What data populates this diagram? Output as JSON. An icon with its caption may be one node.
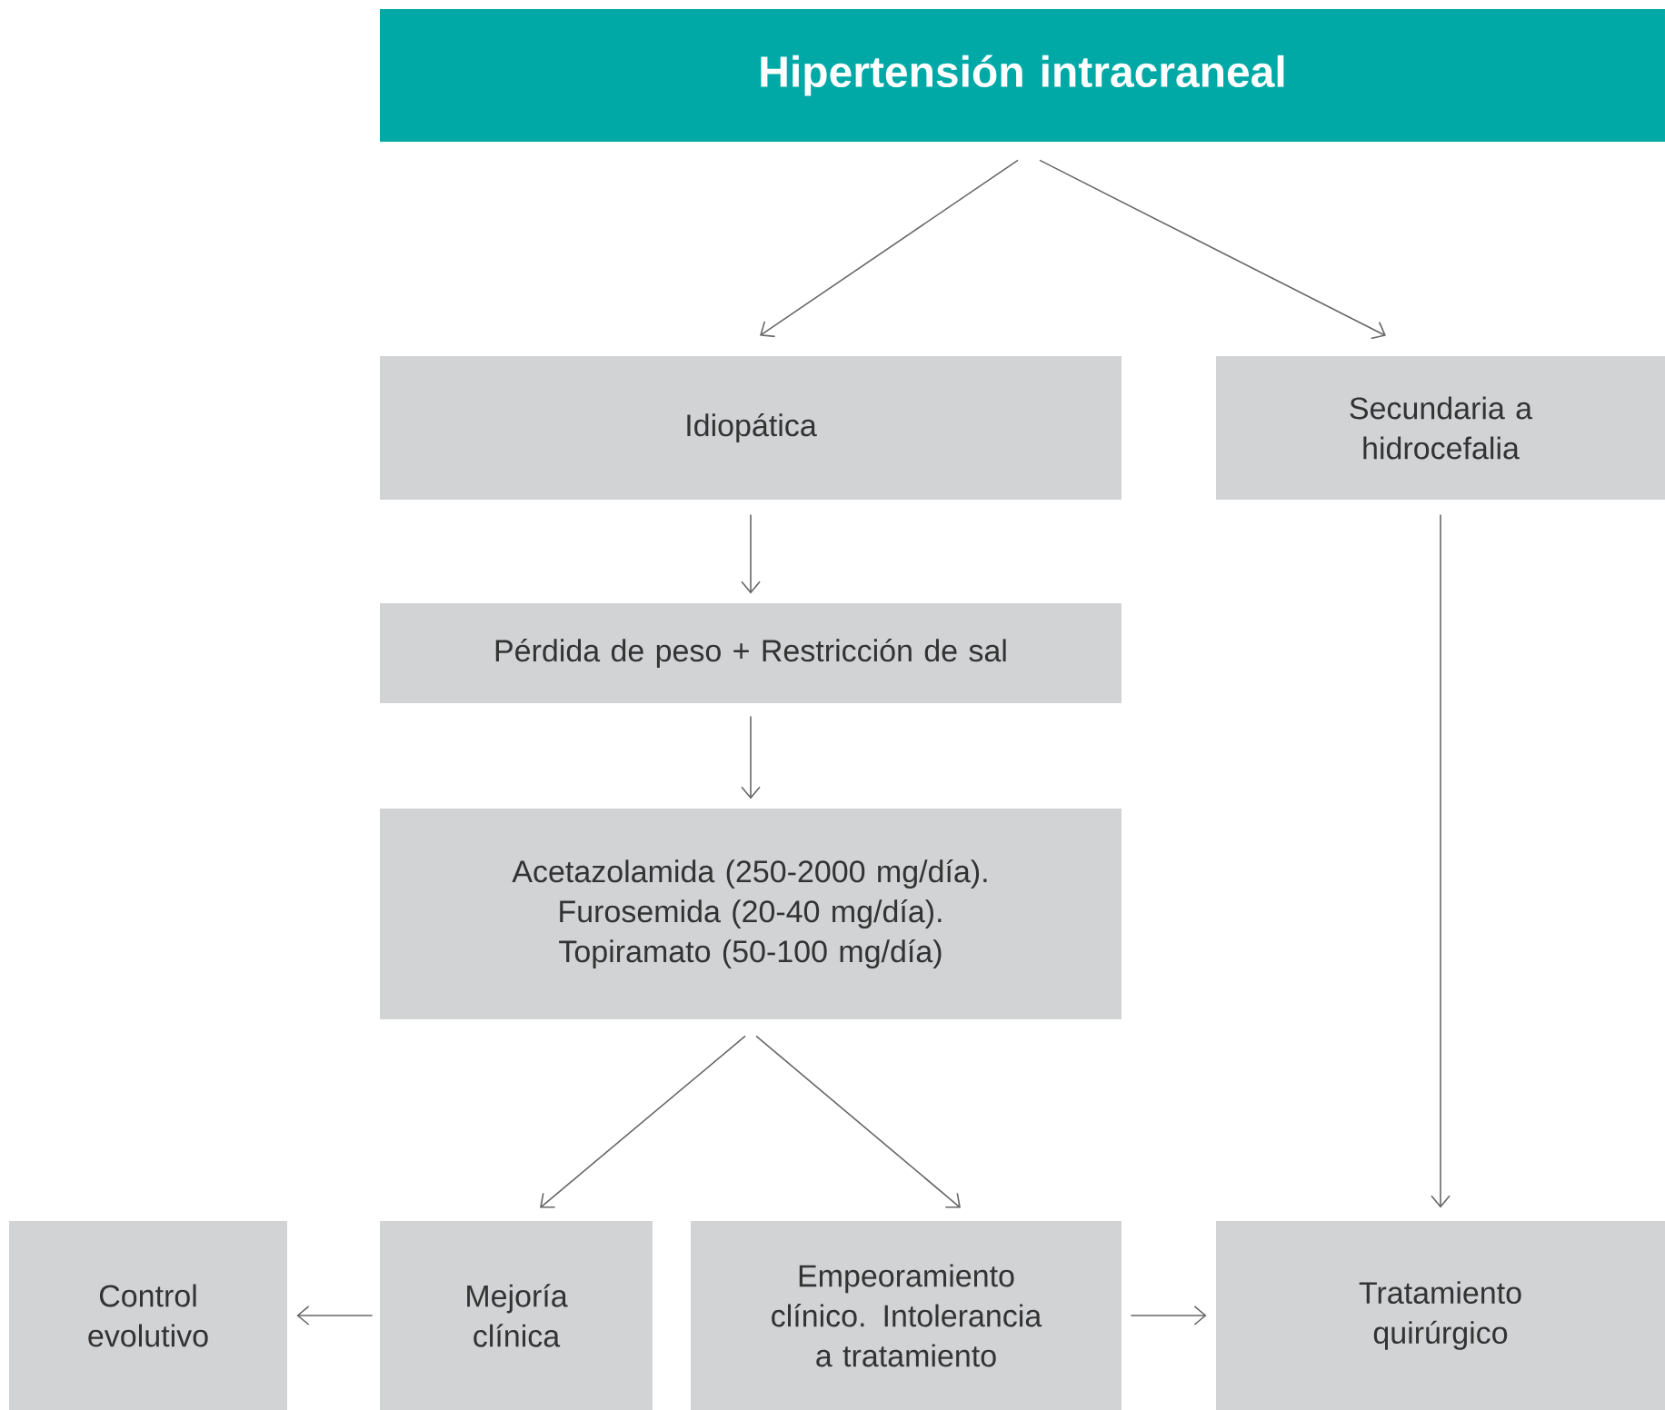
{
  "diagram": {
    "nodes": [
      {
        "text": [
          "Hipertensión intracraneal"
        ]
      },
      {
        "text": [
          "Idiopática"
        ]
      },
      {
        "text": [
          "Secundaria a hidrocefalia"
        ]
      },
      {
        "text": [
          "Pérdida de peso + Restricción de sal"
        ]
      },
      {
        "text": [
          "Acetazolamida (250-2000 mg/día).",
          "Furosemida (20-40 mg/día).",
          "Topiramato (50-100 mg/día)"
        ]
      },
      {
        "text": [
          "Control evolutivo"
        ]
      },
      {
        "text": [
          "Mejoría clínica"
        ]
      },
      {
        "text": [
          "Empeoramiento clínico. Intolerancia a tratamiento"
        ]
      },
      {
        "text": [
          "Tratamiento quirúrgico"
        ]
      }
    ],
    "edges": [
      {
        "from": 0,
        "to": 1,
        "arrow": "to"
      },
      {
        "from": 0,
        "to": 2,
        "arrow": "to"
      },
      {
        "from": 1,
        "to": 3,
        "arrow": "to"
      },
      {
        "from": 3,
        "to": 4,
        "arrow": "to"
      },
      {
        "from": 4,
        "to": 6,
        "arrow": "to"
      },
      {
        "from": 4,
        "to": 7,
        "arrow": "to"
      },
      {
        "from": 2,
        "to": 8,
        "arrow": "to"
      },
      {
        "from": 6,
        "to": 5,
        "arrow": "to"
      },
      {
        "from": 7,
        "to": 8,
        "arrow": "to"
      }
    ]
  }
}
